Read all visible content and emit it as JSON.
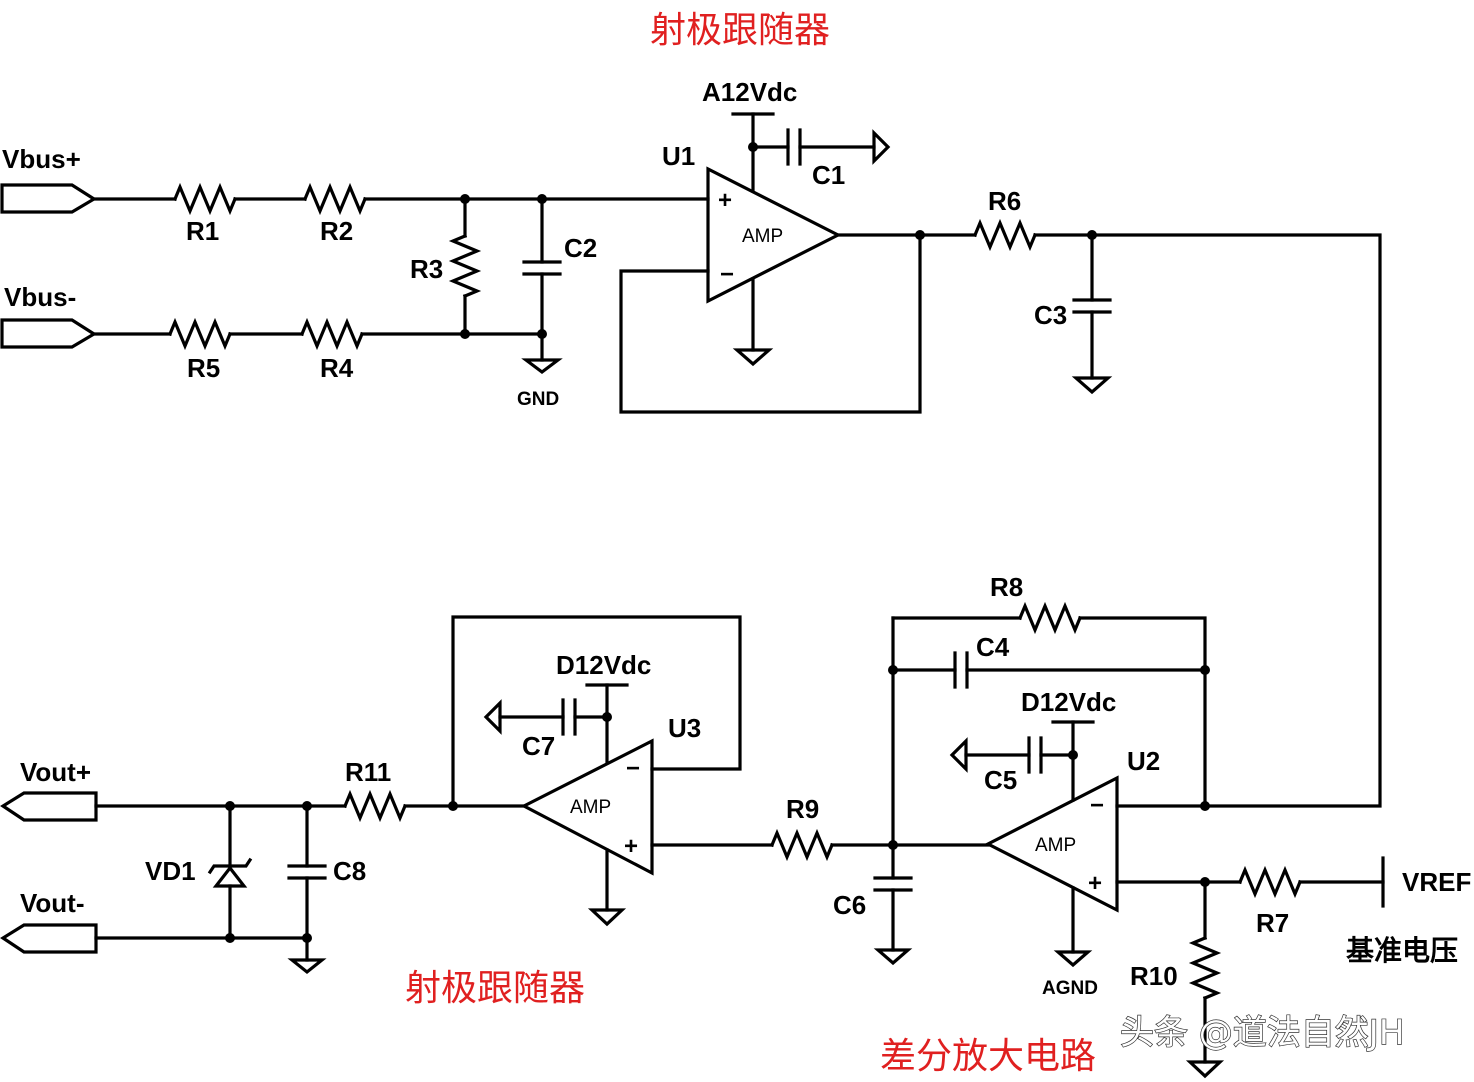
{
  "titles": {
    "follower_top": "射极跟随器",
    "follower_bottom": "射极跟随器",
    "diff_amp": "差分放大电路",
    "reference": "基准电压"
  },
  "ports": {
    "vbus_plus": "Vbus+",
    "vbus_minus": "Vbus-",
    "vout_plus": "Vout+",
    "vout_minus": "Vout-",
    "vref": "VREF"
  },
  "supplies": {
    "a12": "A12Vdc",
    "d12_u3": "D12Vdc",
    "d12_u2": "D12Vdc",
    "gnd": "GND",
    "agnd": "AGND"
  },
  "components": {
    "r1": "R1",
    "r2": "R2",
    "r3": "R3",
    "r4": "R4",
    "r5": "R5",
    "r6": "R6",
    "r7": "R7",
    "r8": "R8",
    "r9": "R9",
    "r10": "R10",
    "r11": "R11",
    "c1": "C1",
    "c2": "C2",
    "c3": "C3",
    "c4": "C4",
    "c5": "C5",
    "c6": "C6",
    "c7": "C7",
    "c8": "C8",
    "vd1": "VD1",
    "u1": "U1",
    "u2": "U2",
    "u3": "U3"
  },
  "amps": {
    "u1": {
      "body": "AMP",
      "plus": "+",
      "minus": "−"
    },
    "u2": {
      "body": "AMP",
      "plus": "+",
      "minus": "−"
    },
    "u3": {
      "body": "AMP",
      "plus": "+",
      "minus": "−"
    }
  },
  "watermark": "头条 @道法自然JH",
  "colors": {
    "wire": "#000000",
    "annotation": "#e02020",
    "background": "#ffffff"
  }
}
